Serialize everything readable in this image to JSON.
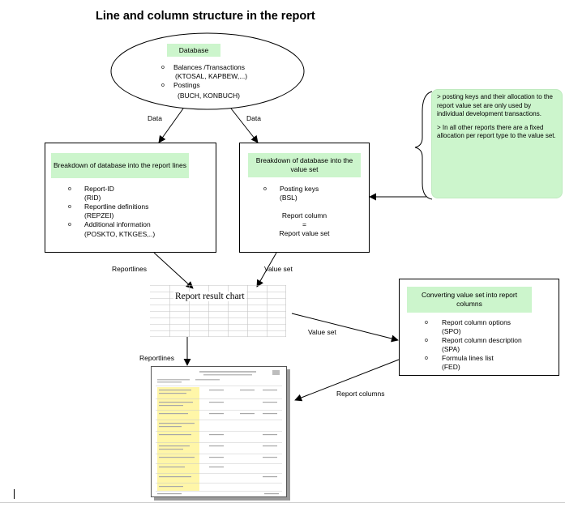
{
  "title": "Line and column structure in the report",
  "database": {
    "header": "Database",
    "items": [
      {
        "label": "Balances /Transactions",
        "sub": "(KTOSAL, KAPBEW,...)"
      },
      {
        "label": "Postings",
        "sub": "(BUCH, KONBUCH)"
      }
    ]
  },
  "arrow_labels": {
    "data_left": "Data",
    "data_right": "Data",
    "reportlines_top": "Reportlines",
    "value_set_top": "Value set",
    "value_set_right": "Value set",
    "reportlines_bottom": "Reportlines",
    "report_columns": "Report columns"
  },
  "report_lines_box": {
    "header": "Breakdown of database into the report lines",
    "items": [
      {
        "label": "Report-ID",
        "sub": "(RID)"
      },
      {
        "label": "Reportline definitions",
        "sub": "(REPZEI)"
      },
      {
        "label": "Additional information",
        "sub": "(POSKTO, KTKGES,..)"
      }
    ]
  },
  "value_set_box": {
    "header": "Breakdown of database into the value set",
    "items": [
      {
        "label": "Posting keys",
        "sub": "(BSL)"
      }
    ],
    "equation": {
      "left": "Report column",
      "eq": "=",
      "right": "Report value set"
    }
  },
  "note": {
    "paragraphs": [
      "> posting keys and their allocation to the report value set are only used by individual development transactions.",
      "> In all other reports there are a fixed allocation per report type to the value set."
    ]
  },
  "result_chart": {
    "title": "Report result chart"
  },
  "columns_box": {
    "header": "Converting value set into report columns",
    "items": [
      {
        "label": "Report column options",
        "sub": "(SPO)"
      },
      {
        "label": "Report column description",
        "sub": "(SPA)"
      },
      {
        "label": "Formula lines list",
        "sub": "(FED)"
      }
    ]
  },
  "colors": {
    "green_fill": "#ccf5cc",
    "line": "#000000",
    "document_highlight": "#fff6a8"
  }
}
